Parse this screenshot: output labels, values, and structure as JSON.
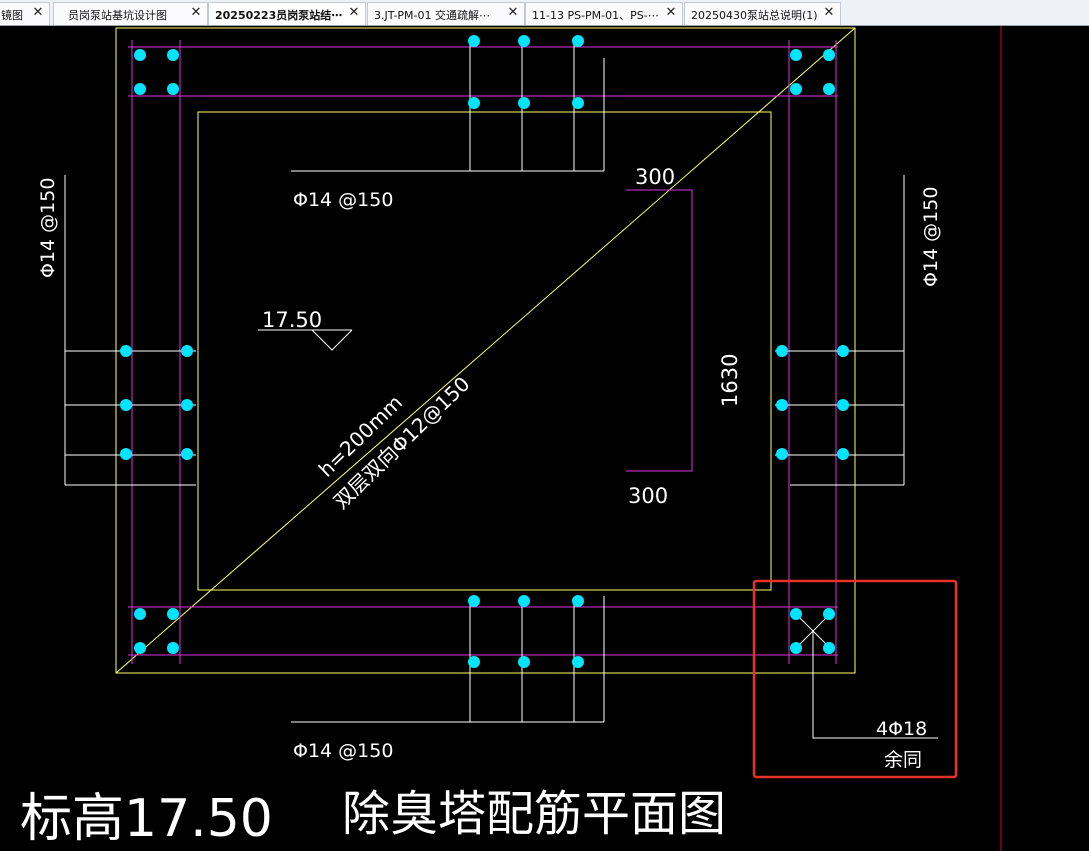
{
  "tabs": [
    {
      "label": "镜图",
      "active": false
    },
    {
      "label": "员岗泵站基坑设计图",
      "active": false
    },
    {
      "label": "20250223员岗泵站结⋯",
      "active": true
    },
    {
      "label": "3.JT-PM-01 交通疏解⋯",
      "active": false
    },
    {
      "label": "11-13 PS-PM-01、PS-⋯",
      "active": false
    },
    {
      "label": "20250430泵站总说明(1)",
      "active": false
    }
  ],
  "close_glyph": "✕",
  "drawing": {
    "rebar_top": "Φ14 @150",
    "rebar_bottom": "Φ14 @150",
    "rebar_left": "Φ14 @150",
    "rebar_right": "Φ14 @150",
    "elevation_mark": "17.50",
    "dim_top": "300",
    "dim_bottom": "300",
    "dim_vertical": "1630",
    "slab_line1": "h=200mm",
    "slab_line2": "双层双向Φ12@150",
    "corner_rebar": "4Φ18",
    "corner_note": "余同",
    "title_elevation": "标高17.50",
    "title_main": "除臭塔配筋平面图"
  },
  "colors": {
    "background": "#000000",
    "outline": "#ffff66",
    "rebar": "#dd33dd",
    "dot": "#00e5ff",
    "text": "#ffffff",
    "highlight": "#e8322a"
  }
}
